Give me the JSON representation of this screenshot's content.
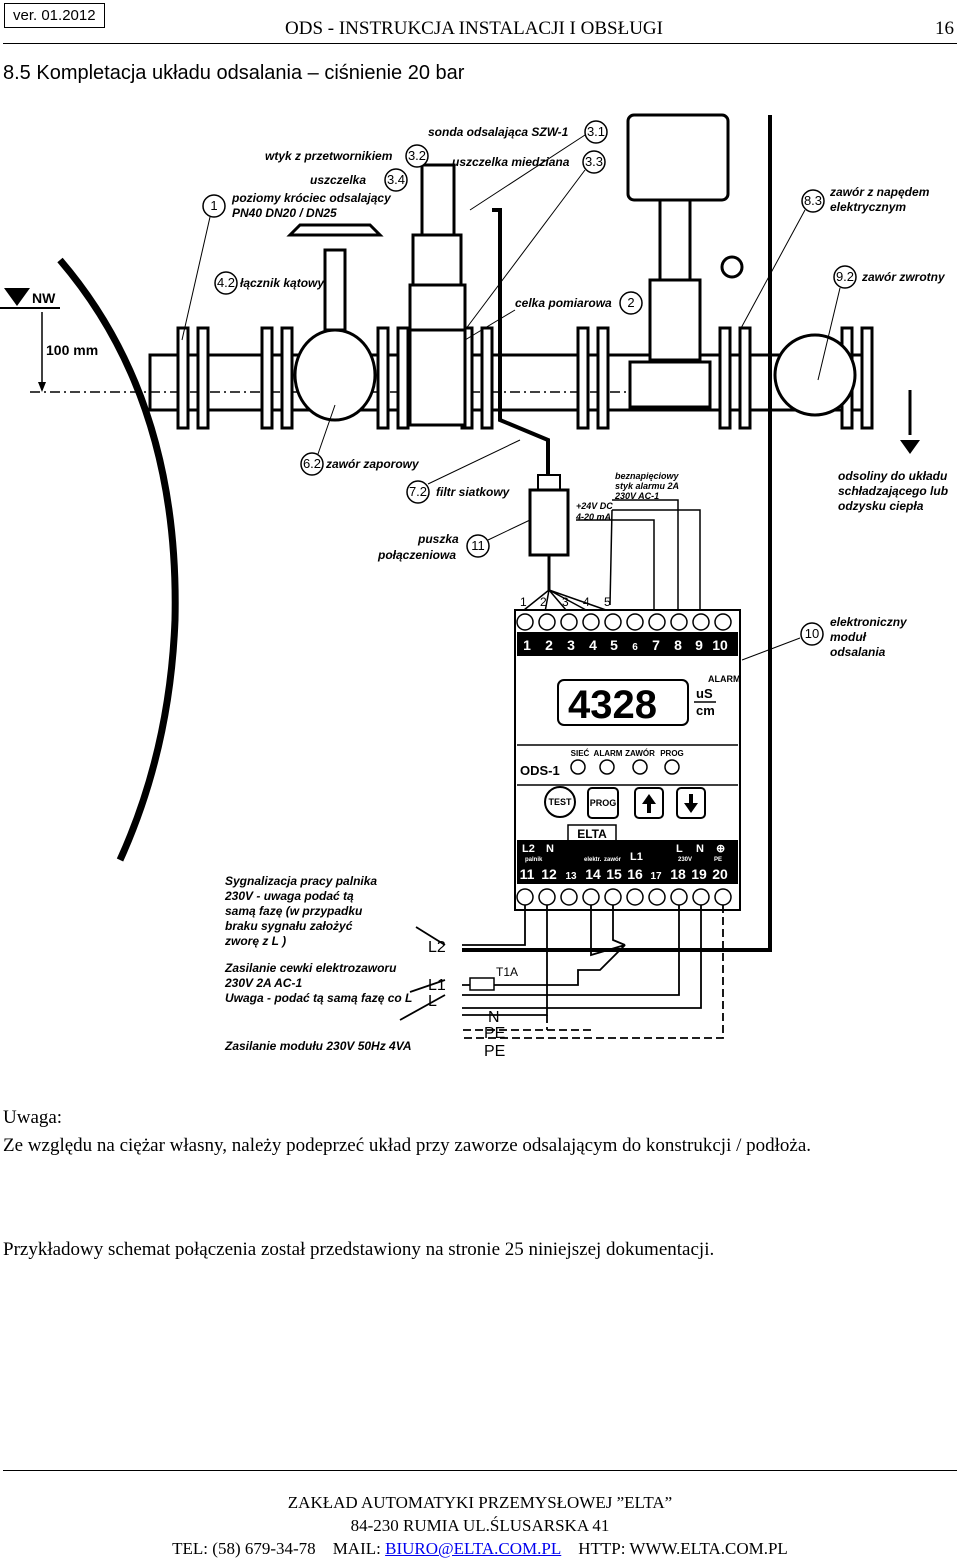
{
  "header": {
    "version": "ver. 01.2012",
    "title": "ODS - INSTRUKCJA INSTALACJI I OBSŁUGI",
    "page": "16"
  },
  "section_title": "8.5 Kompletacja układu odsalania – ciśnienie 20 bar",
  "diagram": {
    "nw": "NW",
    "distance": "100 mm",
    "callouts": {
      "c31": "sonda odsalająca SZW-1",
      "c32": "wtyk z przetwornikiem",
      "c33": "uszczelka miedziana",
      "c34": "uszczelka",
      "c1a": "poziomy króciec odsalający",
      "c1b": "PN40 DN20 / DN25",
      "c83a": "zawór z napędem",
      "c83b": "elektrycznym",
      "c92": "zawór zwrotny",
      "c42": "łącznik kątowy",
      "c2": "celka pomiarowa",
      "c62": "zawór zaporowy",
      "c72": "filtr siatkowy",
      "c11a": "puszka",
      "c11b": "połączeniowa",
      "c10a": "elektroniczny",
      "c10b": "moduł",
      "c10c": "odsalania",
      "outA": "odsoliny do układu",
      "outB": "schładzającego lub",
      "outC": "odzysku ciepła"
    },
    "ids": {
      "i31": "3.1",
      "i32": "3.2",
      "i33": "3.3",
      "i34": "3.4",
      "i1": "1",
      "i83": "8.3",
      "i92": "9.2",
      "i42": "4.2",
      "i2": "2",
      "i62": "6.2",
      "i72": "7.2",
      "i11": "11",
      "i10": "10"
    },
    "alarm_contact": [
      "beznapięciowy",
      "styk alarmu 2A",
      "230V AC-1"
    ],
    "supply_24v": "+24V DC",
    "current_loop": "4-20 mA",
    "box_terminals": [
      "1",
      "2",
      "3",
      "4",
      "5"
    ],
    "module": {
      "top_terminals": [
        "1",
        "2",
        "3",
        "4",
        "5",
        "6",
        "7",
        "8",
        "9",
        "10"
      ],
      "bottom_terminals": [
        "11",
        "12",
        "13",
        "14",
        "15",
        "16",
        "17",
        "18",
        "19",
        "20"
      ],
      "display_value": "4328",
      "unit_top": "uS",
      "unit_bottom": "cm",
      "alarm_label": "ALARM",
      "name": "ODS-1",
      "leds": [
        "SIEĆ",
        "ALARM",
        "ZAWÓR",
        "PROG"
      ],
      "btn_test": "TEST",
      "btn_prog": "PROG",
      "brand": "ELTA",
      "bottom_labels": [
        "L2",
        "N",
        "L1",
        "L",
        "N",
        "⊕"
      ],
      "small_labels": [
        "palnik",
        "elektr.",
        "zawór",
        "230V",
        "PE"
      ]
    },
    "wiring_notes": {
      "n1": [
        "Sygnalizacja pracy palnika",
        "230V - uwaga podać tą",
        "samą fazę (w przypadku",
        "braku sygnału założyć",
        "zworę z L )"
      ],
      "n2": [
        "Zasilanie cewki elektrozaworu",
        "230V 2A AC-1",
        "Uwaga - podać tą samą fazę co L"
      ],
      "n3": "Zasilanie modułu 230V 50Hz 4VA"
    },
    "lines": [
      "L2",
      "L1",
      "L",
      "N",
      "PE",
      "PE"
    ],
    "fuse": "T1A"
  },
  "notes": {
    "warning_title": "Uwaga:",
    "warning_text": "Ze względu na ciężar własny, należy podeprzeć układ przy zaworze odsalającym do konstrukcji / podłoża.",
    "example_text": "Przykładowy schemat połączenia został przedstawiony na stronie 25 niniejszej dokumentacji."
  },
  "footer": {
    "company": "ZAKŁAD AUTOMATYKI PRZEMYSŁOWEJ ”ELTA”",
    "address": "84-230 RUMIA UL.ŚLUSARSKA 41",
    "tel": "TEL: (58) 679-34-78",
    "mail_label": "MAIL:",
    "mail": "BIURO@ELTA.COM.PL",
    "http": "HTTP: WWW.ELTA.COM.PL"
  }
}
